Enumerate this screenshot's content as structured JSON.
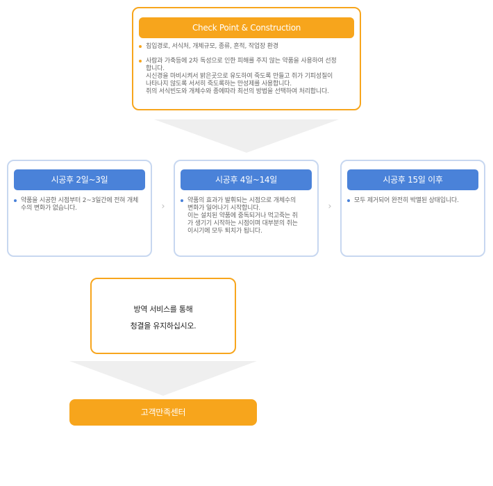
{
  "checkpoint": {
    "title": "Check Point & Construction",
    "bullets": [
      [
        "침입경로, 서식처, 개체규모, 종류, 흔적, 작업장 환경"
      ],
      [
        "사람과 가축등에 2차 독성으로 인한 피해를 주지 않는 약품을 사용하여 선정",
        "합니다.",
        "시신경을 마비시켜서 밝은곳으로 유도하여 죽도록 만들고 쥐가 기피성질이",
        "나타나지 않도록 서서히 죽도록하는 만성제를 사용합니다.",
        "쥐의 서식빈도와 개체수와 종에따라 최선의 방법을 선택하여 처리합니다."
      ]
    ]
  },
  "stages": [
    {
      "title": "시공후 2일~3일",
      "lines": [
        "약품을 시공한 시점부터 2~3일간에 전혀 개체",
        "수의 변화가 없습니다."
      ]
    },
    {
      "title": "시공후 4일~14일",
      "lines": [
        "약품의 효과가 발휘되는 시점으로 개체수의",
        "변화가 일어나기 시작합니다.",
        "이는 설치된 약품에 중독되거나 먹고죽는 쥐",
        "가 생기기 시작하는 시점이며 대부분의 쥐는",
        "이시기에 모두 퇴치가 됩니다."
      ]
    },
    {
      "title": "시공후 15일 이후",
      "lines": [
        "모두 제거되어 완전히 박멸된 상태입니다."
      ]
    }
  ],
  "arrow_glyph": "›",
  "message": [
    "방역  서비스를 통해",
    "청결을 유지하십시오."
  ],
  "cta_label": "고객만족센터",
  "colors": {
    "accent": "#f7a51c",
    "stage_blue": "#4a82d9",
    "stage_border": "#c7d7f0",
    "funnel": "#efefef"
  }
}
